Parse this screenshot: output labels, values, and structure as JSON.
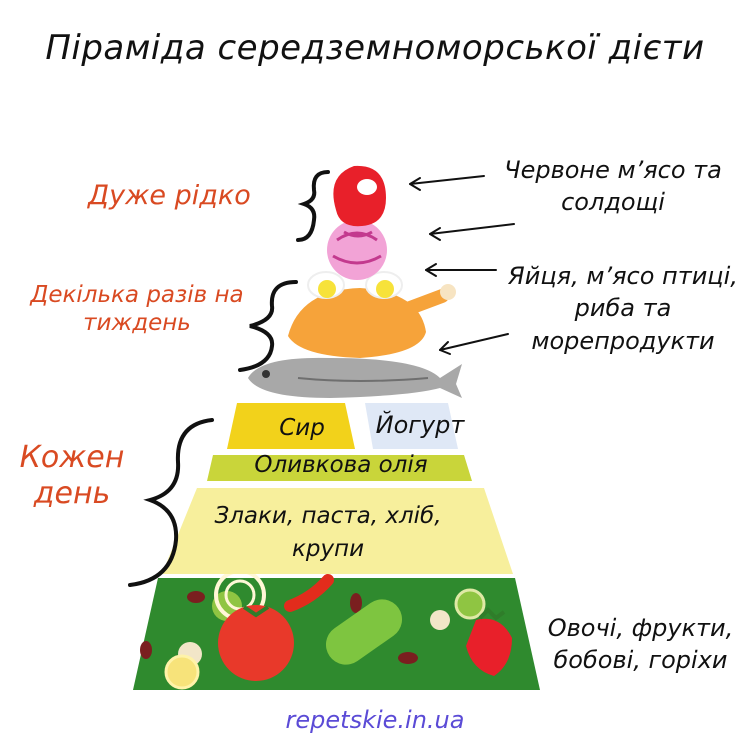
{
  "title": "Піраміда середземноморської дієти",
  "frequencies": {
    "rare": "Дуже рідко",
    "weekly_line1": "Декілька разів на",
    "weekly_line2": "тиждень",
    "daily_line1": "Кожен",
    "daily_line2": "день"
  },
  "notes": {
    "meat_line1": "Червоне м’ясо та",
    "meat_line2": "солдощі",
    "poultry_line1": "Яйця, м’ясо птиці,",
    "poultry_line2": "риба та",
    "poultry_line3": "морепродукти",
    "veg_line1": "Овочі, фрукти,",
    "veg_line2": "бобові, горіхи"
  },
  "layers": {
    "cheese": "Сир",
    "yogurt": "Йогурт",
    "oil": "Оливкова олія",
    "grains_line1": "Злаки, паста, хліб,",
    "grains_line2": "крупи"
  },
  "footer": "repetskie.in.ua",
  "colors": {
    "accent": "#d94a22",
    "cheese": "#f2d21b",
    "oil": "#c9d53a",
    "grains": "#f7ef9c",
    "veg_base": "#2f8a2e",
    "chicken": "#f6a33a",
    "fish": "#a8a8a8",
    "meat": "#e8202a",
    "candy": "#f2a3d6",
    "link": "#5b4bd6"
  }
}
